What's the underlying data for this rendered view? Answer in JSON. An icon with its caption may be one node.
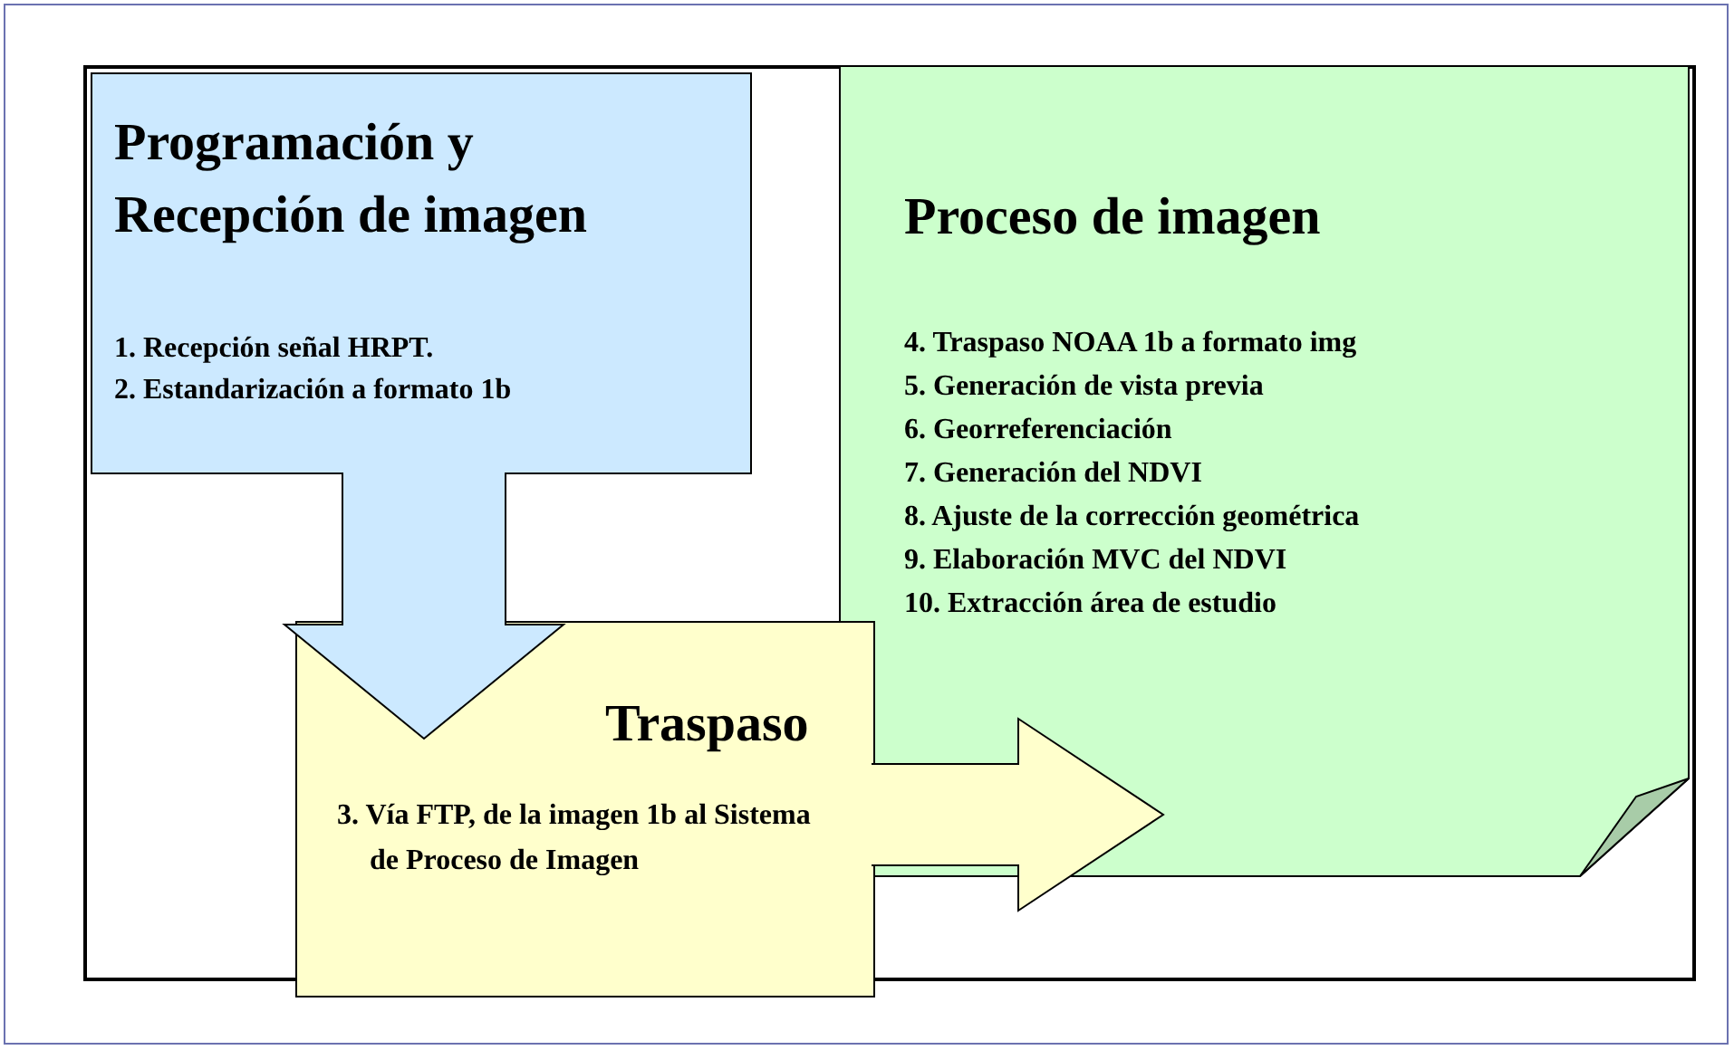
{
  "diagram": {
    "nodes": [
      {
        "text": [
          "Programación y Recepción de imagen",
          "1. Recepción señal HRPT.",
          "2. Estandarización a formato 1b"
        ]
      },
      {
        "text": [
          "Traspaso",
          "3. Vía FTP, de la imagen 1b al Sistema de Proceso de Imagen"
        ]
      },
      {
        "text": [
          "Proceso de imagen",
          "4. Traspaso NOAA 1b a formato img",
          "5. Generación de vista previa",
          "6. Georreferenciación",
          "7. Generación del NDVI",
          "8. Ajuste de la corrección geométrica",
          "9. Elaboración MVC del NDVI",
          "10. Extracción área de estudio"
        ]
      }
    ],
    "edges": [
      {
        "from": 0,
        "to": 1,
        "arrow": "to"
      },
      {
        "from": 1,
        "to": 2,
        "arrow": "to"
      }
    ]
  }
}
